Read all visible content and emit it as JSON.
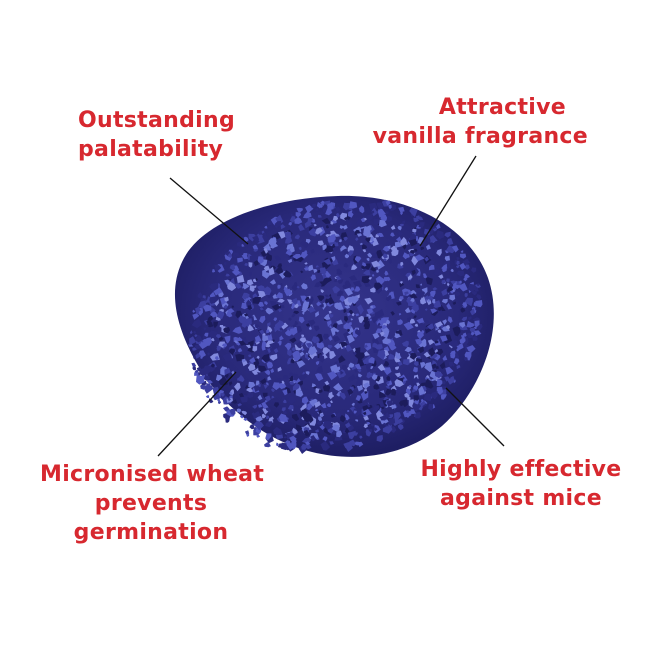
{
  "pellets": {
    "colors": [
      "#2a2a7e",
      "#3c3fa0",
      "#5157c0",
      "#6a74d3",
      "#1c1c5c",
      "#8189dd"
    ],
    "base_color": "#29297a",
    "shadow_color": "#15154a"
  },
  "callouts": {
    "palatability": {
      "line1": "Outstanding",
      "line2": "palatability"
    },
    "fragrance": {
      "line1": "Attractive",
      "line2": "vanilla fragrance"
    },
    "wheat": {
      "line1": "Micronised wheat",
      "line2": "prevents",
      "line3": "germination"
    },
    "mice": {
      "line1": "Highly effective",
      "line2": "against mice"
    }
  },
  "colors": {
    "label_red": "#d7282f",
    "leader_line": "#111111"
  }
}
